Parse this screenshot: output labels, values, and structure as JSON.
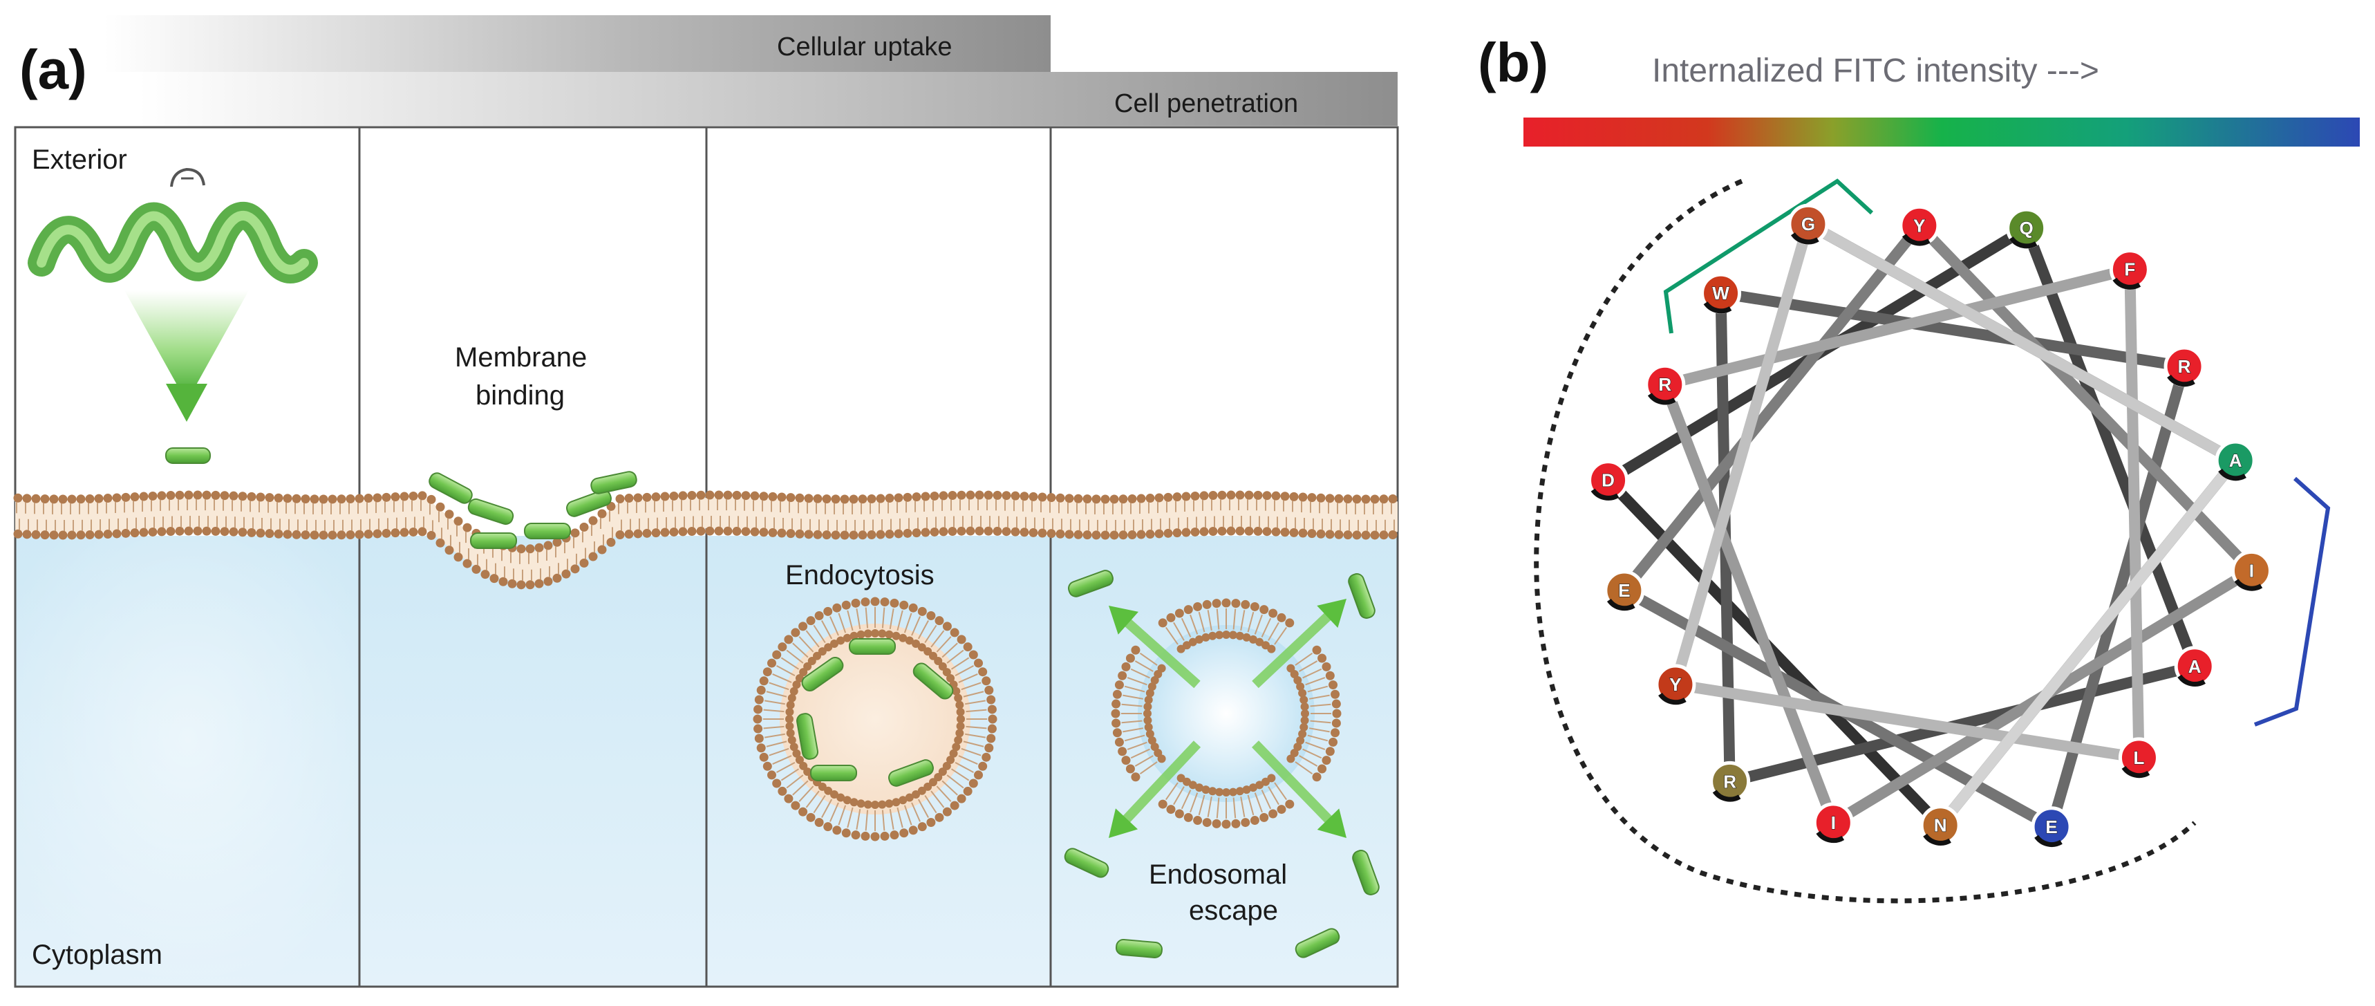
{
  "panel_a": {
    "letter": "(a)",
    "banner_uptake": "Cellular uptake",
    "banner_penetration": "Cell penetration",
    "label_exterior": "Exterior",
    "label_cytoplasm": "Cytoplasm",
    "label_membrane_binding": [
      "Membrane",
      "binding"
    ],
    "label_endocytosis": "Endocytosis",
    "label_endosomal_escape": [
      "Endosomal",
      "escape"
    ],
    "colors": {
      "peptide": "#6cc24a",
      "cytoplasm": "#d6ecf7",
      "lipid_head": "#b07a4e",
      "banner": "#8f8f8f"
    }
  },
  "panel_b": {
    "letter": "(b)",
    "fitc_label": "Internalized FITC intensity --->",
    "gradient_colors": [
      "#e8202a",
      "#8a7a2a",
      "#16b24a",
      "#1a9c78",
      "#2c48b4"
    ],
    "residues": [
      "R",
      "I",
      "A",
      "D",
      "Q",
      "A",
      "R",
      "W",
      "R",
      "E",
      "E",
      "Y",
      "I",
      "I",
      "R",
      "F",
      "L",
      "Y",
      "G",
      "A",
      "N"
    ],
    "residue_colors": [
      "#1a9a64",
      "#e8202a",
      "#e8202a",
      "#e8202a",
      "#5a8a2a",
      "#e8202a",
      "#8a7a3a",
      "#cc3a1a",
      "#e8202a",
      "#2c48b4",
      "#b8692a",
      "#e8202a",
      "#c26a2a",
      "#e8202a",
      "#e8202a",
      "#e8202a",
      "#e8202a",
      "#c23a1a",
      "#c2502a",
      "#1a9a64",
      "#b8692a"
    ]
  }
}
